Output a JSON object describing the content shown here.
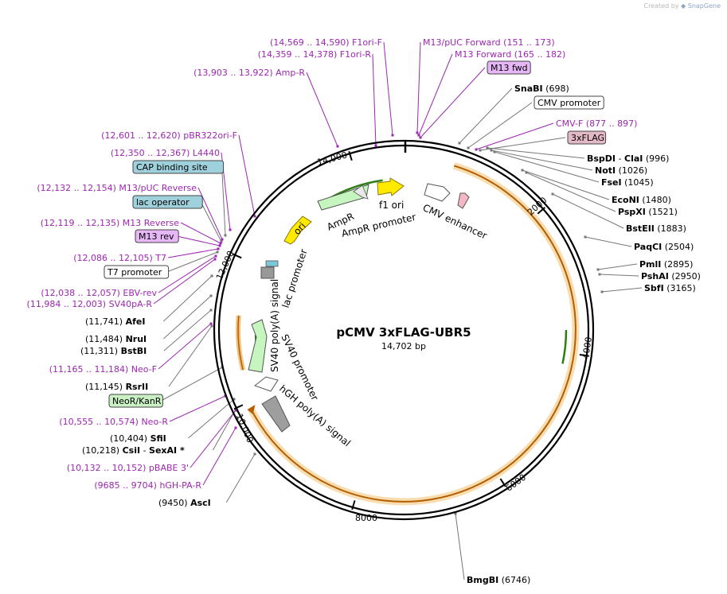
{
  "watermark": {
    "prefix": "Created by",
    "brand": "SnapGene"
  },
  "plasmid": {
    "name": "pCMV 3xFLAG-UBR5",
    "size_label": "14,702 bp"
  },
  "colors": {
    "primer": "#9c27b0",
    "enzyme": "#000000",
    "line_primer": "#9c27b0",
    "line_feature": "#666666"
  },
  "ticks": [
    {
      "label": "2000"
    },
    {
      "label": "4000"
    },
    {
      "label": "6000"
    },
    {
      "label": "8000"
    },
    {
      "label": "10,000"
    },
    {
      "label": "12,000"
    },
    {
      "label": "14,000"
    }
  ],
  "labels": [
    {
      "id": "f1ori-f",
      "type": "primer",
      "range": "(14,569 .. 14,590)",
      "name": "F1ori-F"
    },
    {
      "id": "f1ori-r",
      "type": "primer",
      "range": "(14,359 .. 14,378)",
      "name": "F1ori-R"
    },
    {
      "id": "amp-r",
      "type": "primer",
      "range": "(13,903 .. 13,922)",
      "name": "Amp-R"
    },
    {
      "id": "m13puc-fwd",
      "type": "primer",
      "name": "M13/pUC Forward",
      "range": "(151 .. 173)"
    },
    {
      "id": "m13-forward",
      "type": "primer",
      "name": "M13 Forward",
      "range": "(165 .. 182)"
    },
    {
      "id": "m13-fwd",
      "type": "primer-box",
      "name": "M13 fwd"
    },
    {
      "id": "snabi",
      "type": "enzyme",
      "name": "SnaBI",
      "range": "(698)"
    },
    {
      "id": "cmv-promoter",
      "type": "feature-box",
      "name": "CMV promoter"
    },
    {
      "id": "cmv-f",
      "type": "primer",
      "name": "CMV-F",
      "range": "(877 .. 897)"
    },
    {
      "id": "3xflag",
      "type": "tag-box",
      "name": "3xFLAG"
    },
    {
      "id": "bspdi",
      "type": "enzyme",
      "name": "BspDI",
      "sep": "-",
      "name2": "ClaI",
      "range": "(996)"
    },
    {
      "id": "noti",
      "type": "enzyme",
      "name": "NotI",
      "range": "(1026)"
    },
    {
      "id": "fsei",
      "type": "enzyme",
      "name": "FseI",
      "range": "(1045)"
    },
    {
      "id": "econi",
      "type": "enzyme",
      "name": "EcoNI",
      "range": "(1480)"
    },
    {
      "id": "pspxi",
      "type": "enzyme",
      "name": "PspXI",
      "range": "(1521)"
    },
    {
      "id": "bsteii",
      "type": "enzyme",
      "name": "BstEII",
      "range": "(1883)"
    },
    {
      "id": "paqci",
      "type": "enzyme",
      "name": "PaqCI",
      "range": "(2504)"
    },
    {
      "id": "pmli",
      "type": "enzyme",
      "name": "PmlI",
      "range": "(2895)"
    },
    {
      "id": "pshai",
      "type": "enzyme",
      "name": "PshAI",
      "range": "(2950)"
    },
    {
      "id": "sbfi",
      "type": "enzyme",
      "name": "SbfI",
      "range": "(3165)"
    },
    {
      "id": "bmgbi",
      "type": "enzyme",
      "name": "BmgBI",
      "range": "(6746)"
    },
    {
      "id": "pbr322ori-f",
      "type": "primer",
      "range": "(12,601 .. 12,620)",
      "name": "pBR322ori-F"
    },
    {
      "id": "l4440",
      "type": "primer",
      "range": "(12,350 .. 12,367)",
      "name": "L4440"
    },
    {
      "id": "cap",
      "type": "cap-box",
      "name": "CAP binding site"
    },
    {
      "id": "m13puc-rev",
      "type": "primer",
      "range": "(12,132 .. 12,154)",
      "name": "M13/pUC Reverse"
    },
    {
      "id": "lac-op",
      "type": "cap-box",
      "name": "lac operator"
    },
    {
      "id": "m13-reverse",
      "type": "primer",
      "range": "(12,119 .. 12,135)",
      "name": "M13 Reverse"
    },
    {
      "id": "m13-rev",
      "type": "primer-box",
      "name": "M13 rev"
    },
    {
      "id": "t7",
      "type": "primer",
      "range": "(12,086 .. 12,105)",
      "name": "T7"
    },
    {
      "id": "t7-promoter",
      "type": "feature-box",
      "name": "T7 promoter"
    },
    {
      "id": "ebv-rev",
      "type": "primer",
      "range": "(12,038 .. 12,057)",
      "name": "EBV-rev"
    },
    {
      "id": "sv40pa-r",
      "type": "primer",
      "range": "(11,984 .. 12,003)",
      "name": "SV40pA-R"
    },
    {
      "id": "afei",
      "type": "enzyme",
      "range": "(11,741)",
      "name": "AfeI"
    },
    {
      "id": "nrui",
      "type": "enzyme",
      "range": "(11,484)",
      "name": "NruI"
    },
    {
      "id": "bstbi",
      "type": "enzyme",
      "range": "(11,311)",
      "name": "BstBI"
    },
    {
      "id": "neo-f",
      "type": "primer",
      "range": "(11,165 .. 11,184)",
      "name": "Neo-F"
    },
    {
      "id": "rsrii",
      "type": "enzyme",
      "range": "(11,145)",
      "name": "RsrII"
    },
    {
      "id": "neokanr",
      "type": "neo-box",
      "name": "NeoR/KanR"
    },
    {
      "id": "neo-r",
      "type": "primer",
      "range": "(10,555 .. 10,574)",
      "name": "Neo-R"
    },
    {
      "id": "sfii",
      "type": "enzyme",
      "range": "(10,404)",
      "name": "SfiI"
    },
    {
      "id": "csii",
      "type": "enzyme",
      "range": "(10,218)",
      "name": "CsiI",
      "sep": "-",
      "name2": "SexAI *"
    },
    {
      "id": "pbabe3",
      "type": "primer",
      "range": "(10,132 .. 10,152)",
      "name": "pBABE 3'"
    },
    {
      "id": "hgh-pa-r",
      "type": "primer",
      "range": "(9685 .. 9704)",
      "name": "hGH-PA-R"
    },
    {
      "id": "asci",
      "type": "enzyme",
      "range": "(9450)",
      "name": "AscI"
    }
  ],
  "inner_features": [
    {
      "id": "f1-ori",
      "name": "f1 ori"
    },
    {
      "id": "ampr",
      "name": "AmpR"
    },
    {
      "id": "ampr-promoter",
      "name": "AmpR promoter"
    },
    {
      "id": "ori",
      "name": "ori"
    },
    {
      "id": "cmv-enhancer",
      "name": "CMV enhancer"
    },
    {
      "id": "lac-promoter",
      "name": "lac promoter"
    },
    {
      "id": "sv40-pa",
      "name": "SV40 poly(A) signal"
    },
    {
      "id": "sv40-promoter",
      "name": "SV40 promoter"
    },
    {
      "id": "hgh-pa",
      "name": "hGH poly(A) signal"
    }
  ]
}
